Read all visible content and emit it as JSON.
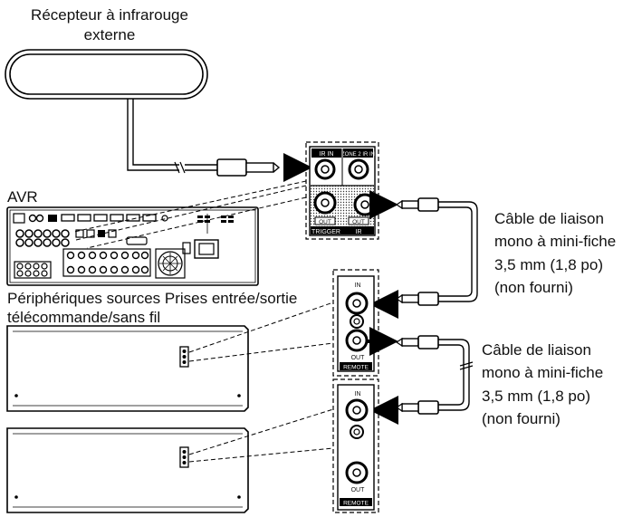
{
  "ir_receiver": {
    "label_line1": "Récepteur à infrarouge",
    "label_line2": "externe"
  },
  "avr": {
    "label": "AVR"
  },
  "sources": {
    "label_line1": "Périphériques sources Prises entrée/sortie",
    "label_line2": "télécommande/sans fil"
  },
  "panel_top": {
    "ir_in": "IR IN",
    "zone2_ir_in": "ZONE 2 IR IN",
    "out_left": "OUT",
    "out_right": "OUT",
    "trigger": "TRIGGER",
    "ir": "IR"
  },
  "panel_remote_1": {
    "in": "IN",
    "out": "OUT",
    "remote": "REMOTE"
  },
  "panel_remote_2": {
    "in": "IN",
    "out": "OUT",
    "remote": "REMOTE"
  },
  "cable_1": {
    "line1": "Câble de liaison",
    "line2": "mono à mini-fiche",
    "line3": "3,5 mm (1,8 po)",
    "line4": "(non fourni)"
  },
  "cable_2": {
    "line1": "Câble de liaison",
    "line2": "mono à mini-fiche",
    "line3": "3,5 mm (1,8 po)",
    "line4": "(non fourni)"
  }
}
